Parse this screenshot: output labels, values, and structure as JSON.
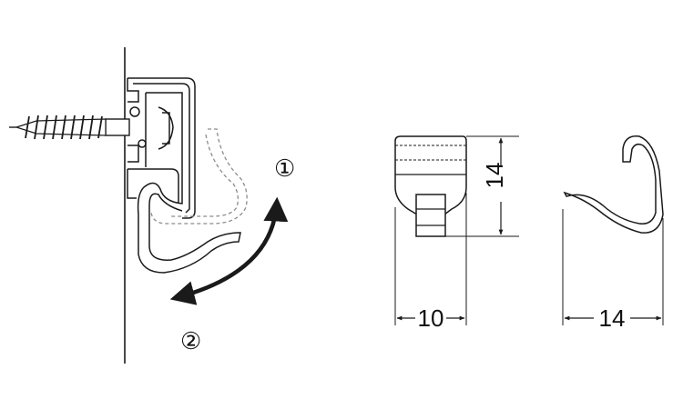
{
  "labels": {
    "step_one": "①",
    "step_two": "②",
    "front_width": "10",
    "front_height": "14",
    "side_width": "14"
  },
  "colors": {
    "line": "#1a1a1a",
    "dashed": "#8c8c8c",
    "background": "#ffffff"
  }
}
